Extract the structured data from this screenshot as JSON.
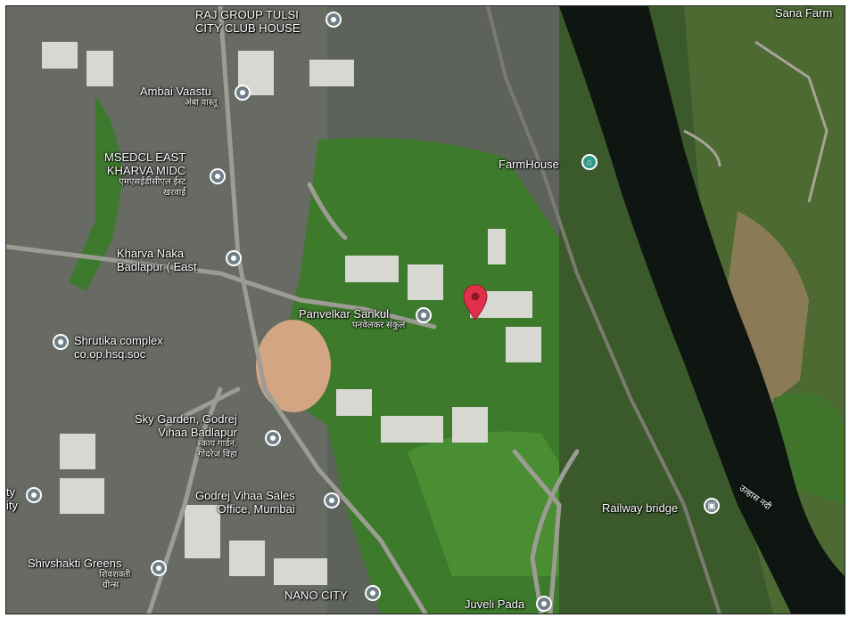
{
  "map": {
    "type": "satellite",
    "places": [
      {
        "id": "raj",
        "name": "RAJ GROUP TULSI",
        "name2": "CITY CLUB HOUSE"
      },
      {
        "id": "sana",
        "name": "Sana Farm"
      },
      {
        "id": "ambai",
        "name": "Ambai Vaastu",
        "local": "अंबा वास्तू"
      },
      {
        "id": "msedcl",
        "name": "MSEDCL EAST",
        "name2": "KHARVA MIDC",
        "local": "एमएसईडीसीएल ईस्ट",
        "local2": "खरवाई"
      },
      {
        "id": "farmhouse",
        "name": "FarmHouse"
      },
      {
        "id": "kharva",
        "name": "Kharva Naka",
        "name2": "Badlapur ( East"
      },
      {
        "id": "panvelkar",
        "name": "Panvelkar Sankul",
        "local": "पनवेलकर संकुल"
      },
      {
        "id": "shrutika",
        "name": "Shrutika complex",
        "name2": "co.op.hsq.soc"
      },
      {
        "id": "sky",
        "name": "Sky Garden, Godrej",
        "name2": "Vihaa Badlapur",
        "local": "स्काय गार्डन,",
        "local2": "गोदरेज विहा"
      },
      {
        "id": "godrejsales",
        "name": "Godrej Vihaa Sales",
        "name2": "Office, Mumbai"
      },
      {
        "id": "railway",
        "name": "Railway bridge"
      },
      {
        "id": "shivshakti",
        "name": "Shivshakti Greens",
        "local": "शिवशक्ती",
        "local2": "ग्रीन्स"
      },
      {
        "id": "nano",
        "name": "NANO CITY"
      },
      {
        "id": "juveli",
        "name": "Juveli Pada"
      },
      {
        "id": "ulhas",
        "name": "उल्हास नदी"
      },
      {
        "id": "edge",
        "name": "ty",
        "name2": "ity"
      }
    ],
    "icons": {
      "place_pin": "map-pin-icon",
      "home_pin": "house-pin-icon",
      "train_pin": "train-pin-icon",
      "selected": "red-location-marker-icon"
    },
    "colors": {
      "river": "#101612",
      "vegetation": "#3f7d2e",
      "urban": "#6e7169",
      "road": "#9a9a94",
      "marker": "#e0304a"
    }
  }
}
